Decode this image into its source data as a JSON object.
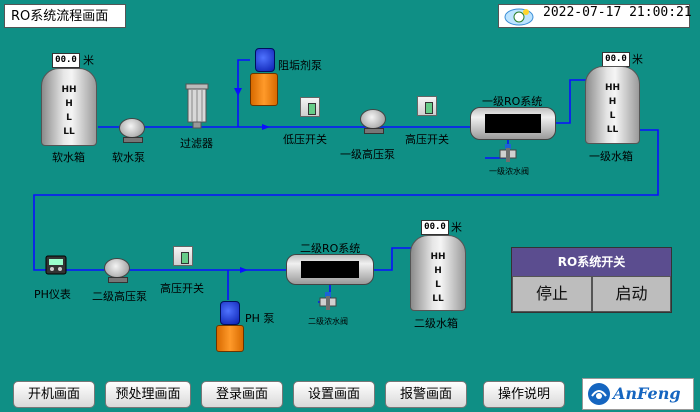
{
  "header": {
    "title": "RO系统流程画面",
    "datetime": "2022-07-17  21:00:21"
  },
  "raw_tank": {
    "value": "00.0",
    "unit": "米",
    "levels": [
      "HH",
      "H",
      "L",
      "LL"
    ],
    "label": "软水箱"
  },
  "softener_pump": {
    "label": "软水泵"
  },
  "filter": {
    "label": "过滤器"
  },
  "antiscalant": {
    "label": "阻垢剂泵"
  },
  "low_switch": {
    "label": "低压开关"
  },
  "stage1_pump": {
    "label": "一级高压泵"
  },
  "high_switch1": {
    "label": "高压开关"
  },
  "stage1_ro": {
    "label": "一级RO系统",
    "valve": "一级浓水阀"
  },
  "tank1": {
    "value": "00.0",
    "unit": "米",
    "levels": [
      "HH",
      "H",
      "L",
      "LL"
    ],
    "label": "一级水箱"
  },
  "ph_meter": {
    "label": "PH仪表"
  },
  "stage2_pump": {
    "label": "二级高压泵"
  },
  "high_switch2": {
    "label": "高压开关"
  },
  "ph_pump": {
    "label": "PH 泵"
  },
  "stage2_ro": {
    "label": "二级RO系统",
    "valve": "二级浓水阀"
  },
  "tank2": {
    "value": "00.0",
    "unit": "米",
    "levels": [
      "HH",
      "H",
      "L",
      "LL"
    ],
    "label": "二级水箱"
  },
  "control_panel": {
    "title": "RO系统开关",
    "stop": "停止",
    "start": "启动"
  },
  "nav": {
    "b1": "开机画面",
    "b2": "预处理画面",
    "b3": "登录画面",
    "b4": "设置画面",
    "b5": "报警画面",
    "b6": "操作说明"
  },
  "logo": {
    "text": "AnFeng"
  },
  "colors": {
    "background": "#0f8f85",
    "pipe": "#0a10ff",
    "panel_title": "#5b4d8f"
  }
}
